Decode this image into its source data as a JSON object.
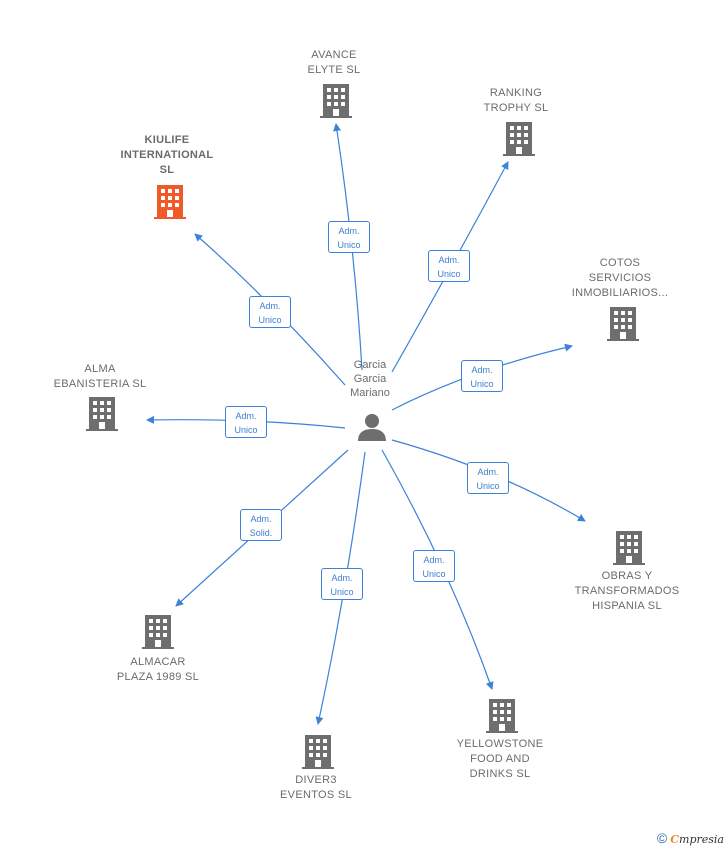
{
  "center": {
    "name": "Garcia\nGarcia\nMariano"
  },
  "companies": [
    {
      "id": "kiulife",
      "label": "KIULIFE\nINTERNATIONAL\nSL",
      "highlight": true,
      "role": "Adm.\nUnico"
    },
    {
      "id": "avance",
      "label": "AVANCE\nELYTE SL",
      "highlight": false,
      "role": "Adm.\nUnico"
    },
    {
      "id": "ranking",
      "label": "RANKING\nTROPHY  SL",
      "highlight": false,
      "role": "Adm.\nUnico"
    },
    {
      "id": "cotos",
      "label": "COTOS\nSERVICIOS\nINMOBILIARIOS...",
      "highlight": false,
      "role": "Adm.\nUnico"
    },
    {
      "id": "alma",
      "label": "ALMA\nEBANISTERIA SL",
      "highlight": false,
      "role": "Adm.\nUnico"
    },
    {
      "id": "obras",
      "label": "OBRAS Y\nTRANSFORMADOS\nHISPANIA  SL",
      "highlight": false,
      "role": "Adm.\nUnico"
    },
    {
      "id": "almacar",
      "label": "ALMACAR\nPLAZA 1989  SL",
      "highlight": false,
      "role": "Adm.\nSolid."
    },
    {
      "id": "diver3",
      "label": "DIVER3\nEVENTOS  SL",
      "highlight": false,
      "role": "Adm.\nUnico"
    },
    {
      "id": "yellowstone",
      "label": "YELLOWSTONE\nFOOD AND\nDRINKS  SL",
      "highlight": false,
      "role": "Adm.\nUnico"
    }
  ],
  "colors": {
    "edge": "#3b82d8",
    "building": "#6e6e6e",
    "highlight": "#f05a28",
    "person": "#6e6e6e"
  },
  "footer": {
    "copyright": "©",
    "brand_e": "C",
    "brand_rest": "mpresia"
  }
}
